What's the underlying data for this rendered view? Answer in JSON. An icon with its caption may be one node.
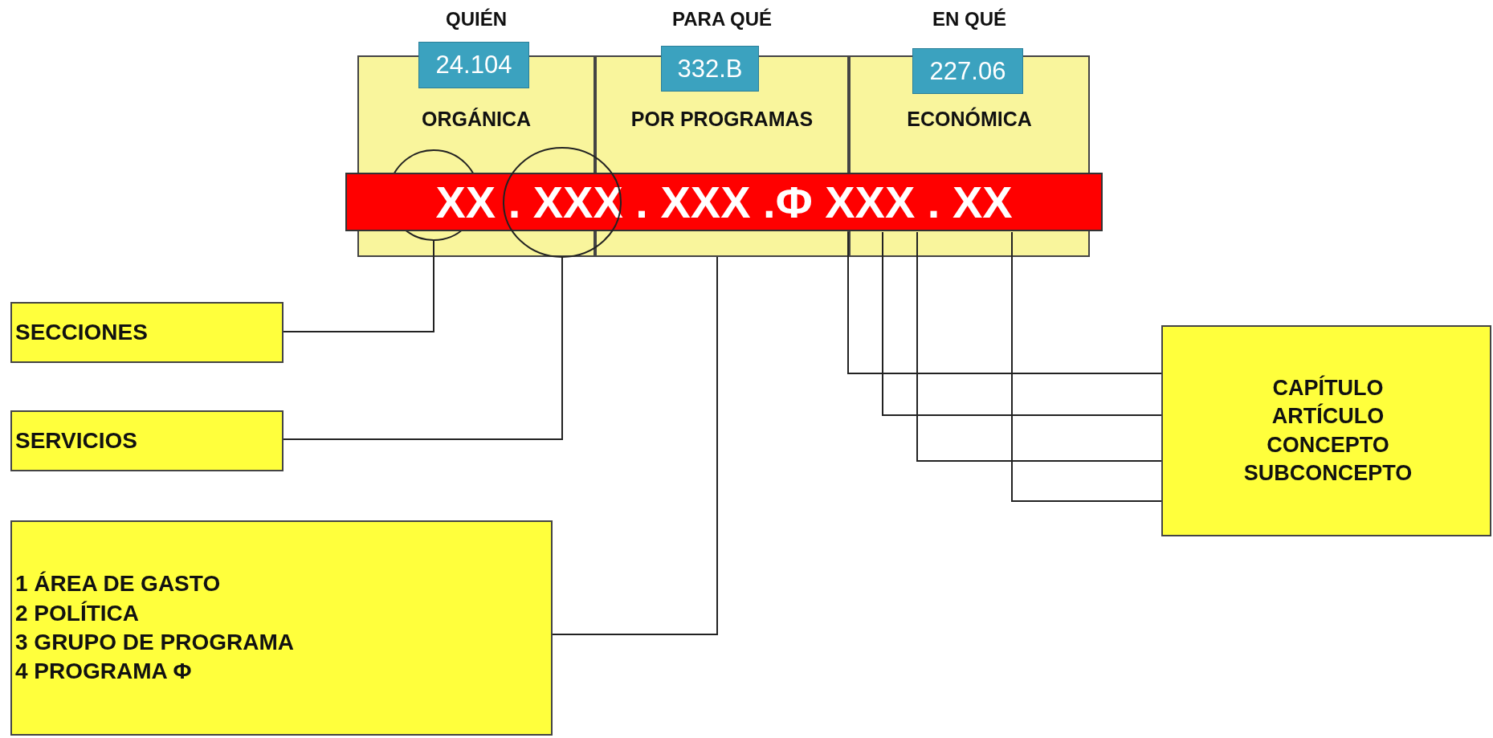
{
  "diagram": {
    "nodes": [
      {
        "text": [
          "QUIÉN",
          "ORGÁNICA"
        ]
      },
      {
        "text": [
          "24.104"
        ]
      },
      {
        "text": [
          "PARA QUÉ",
          "POR PROGRAMAS"
        ]
      },
      {
        "text": [
          "332.B"
        ]
      },
      {
        "text": [
          "EN QUÉ",
          "ECONÓMICA"
        ]
      },
      {
        "text": [
          "227.06"
        ]
      },
      {
        "text": [
          "XX . XXX . XXX .Φ XXX . XX"
        ]
      },
      {
        "text": [],
        "shape": "circle",
        "in": 0
      },
      {
        "text": [],
        "shape": "circle"
      },
      {
        "text": [
          "SECCIONES"
        ]
      },
      {
        "text": [
          "SERVICIOS"
        ]
      },
      {
        "text": [
          "1 ÁREA DE GASTO",
          "2 POLÍTICA",
          "3 GRUPO DE PROGRAMA",
          "4 PROGRAMA Φ"
        ]
      },
      {
        "text": [
          "CAPÍTULO",
          "ARTÍCULO",
          "CONCEPTO",
          "SUBCONCEPTO"
        ]
      }
    ],
    "edges": [
      {
        "from": 7,
        "to": 9,
        "arrow": "none"
      },
      {
        "from": 8,
        "to": 10,
        "arrow": "none"
      },
      {
        "from": 2,
        "to": 11,
        "arrow": "none"
      },
      {
        "from": 4,
        "to": 12,
        "arrow": "none"
      },
      {
        "from": 4,
        "to": 12,
        "arrow": "none"
      },
      {
        "from": 4,
        "to": 12,
        "arrow": "none"
      },
      {
        "from": 4,
        "to": 12,
        "arrow": "none"
      }
    ]
  }
}
